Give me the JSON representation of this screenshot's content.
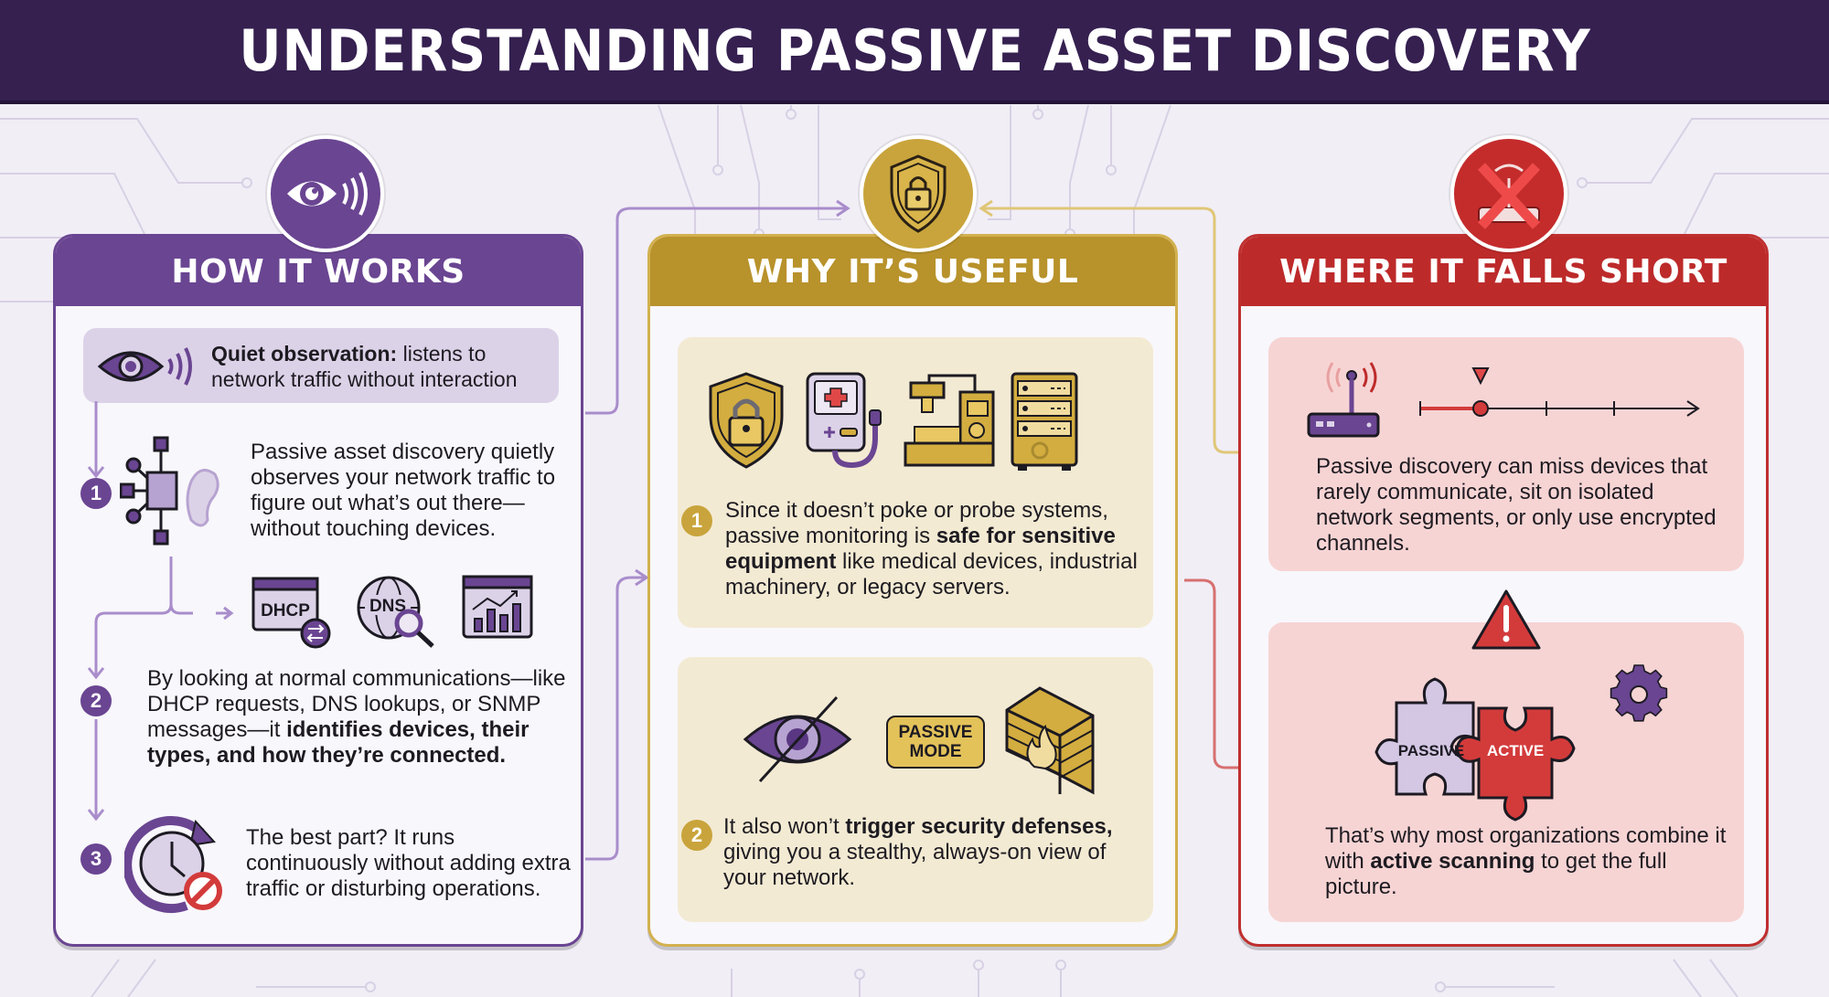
{
  "title": "UNDERSTANDING PASSIVE ASSET DISCOVERY",
  "colors": {
    "title_bg": "#352050",
    "purple": "#6a4592",
    "gold": "#c9a43c",
    "red": "#bd2a2a",
    "background": "#f1eef6"
  },
  "panels": {
    "how": {
      "header": "HOW IT WORKS",
      "badge_icon": "eye-signal-icon",
      "quiet": {
        "bold": "Quiet observation:",
        "rest": " listens to network traffic without interaction"
      },
      "steps": [
        {
          "number": "1",
          "icon": "network-ear-icon",
          "text": "Passive asset discovery quietly observes your network traffic to figure out what’s out there—without touching devices."
        },
        {
          "number": "2",
          "icons": [
            "DHCP",
            "DNS",
            "chart"
          ],
          "text_pre": "By looking at normal communications—like DHCP requests, DNS lookups, or SNMP messages—it ",
          "text_bold": "identifies devices, their types, and how they’re connected."
        },
        {
          "number": "3",
          "icon": "clock-no-icon",
          "text": "The best part? It runs continuously without adding extra traffic or disturbing operations."
        }
      ]
    },
    "why": {
      "header": "WHY IT’S USEFUL",
      "badge_icon": "shield-lock-icon",
      "items": [
        {
          "number": "1",
          "text_pre": "Since it doesn’t poke or probe systems, passive monitoring is ",
          "text_bold": "safe for sensitive equipment",
          "text_post": " like medical devices, industrial machinery, or legacy servers."
        },
        {
          "number": "2",
          "badge": "PASSIVE MODE",
          "badge_line1": "PASSIVE",
          "badge_line2": "MODE",
          "text_pre": "It also won’t ",
          "text_bold": "trigger security defenses,",
          "text_post": " giving you a stealthy, always-on view of your network."
        }
      ]
    },
    "short": {
      "header": "WHERE IT FALLS SHORT",
      "badge_icon": "router-blocked-icon",
      "items": [
        {
          "text": "Passive discovery can miss devices that rarely communicate, sit on isolated network segments, or only use encrypted channels."
        },
        {
          "puzzle_left": "PASSIVE",
          "puzzle_right": "ACTIVE",
          "text_pre": "That’s why most organizations combine it with ",
          "text_bold": "active scanning",
          "text_post": " to get the full picture."
        }
      ]
    }
  }
}
